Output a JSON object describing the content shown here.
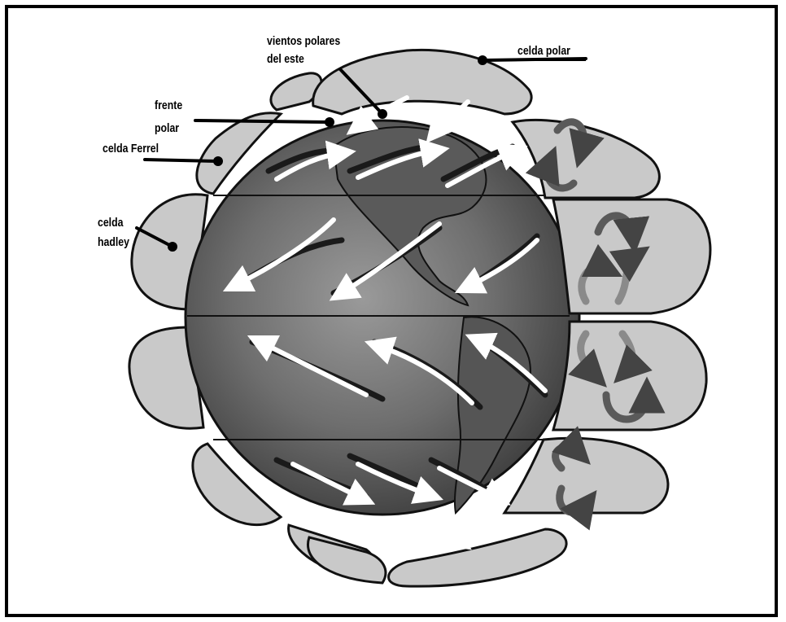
{
  "labels": {
    "easterlies": "vientos polares\ndel este",
    "polar_cell": "celda polar",
    "polar_front": "frente\npolar",
    "ferrel_cell": "celda Ferrel",
    "hadley_cell": "celda\nhadley"
  },
  "colors": {
    "cell_fill": "#c9c9c9",
    "cell_stroke": "#111111",
    "globe_dark": "#3a3a3a",
    "globe_light": "#8a8a8a",
    "wind_white": "#ffffff",
    "wind_dark": "#1a1a1a",
    "circulation_arrow": "#555555"
  },
  "icons": [
    "wind-arrow-icon",
    "circulation-arrow-icon"
  ]
}
